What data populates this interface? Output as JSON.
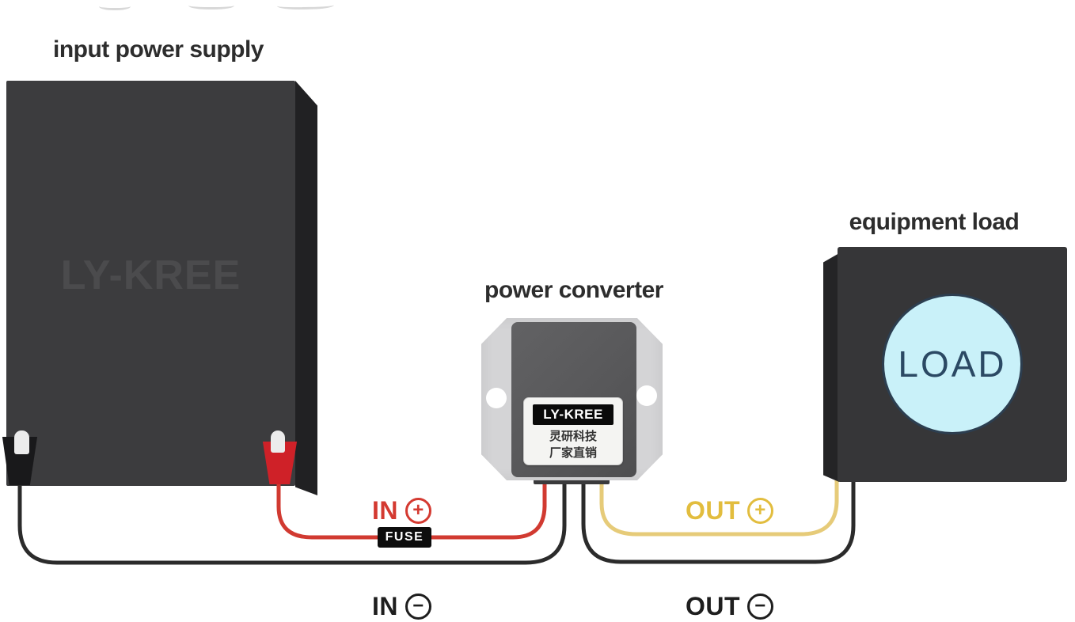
{
  "titles": {
    "power_supply": "input power supply",
    "converter": "power converter",
    "load": "equipment load"
  },
  "power_supply": {
    "brand": "LY-KREE"
  },
  "converter": {
    "brand": "LY-KREE",
    "line1": "灵研科技",
    "line2": "厂家直销"
  },
  "load": {
    "label": "LOAD"
  },
  "wiring": {
    "fuse": "FUSE",
    "in_positive": {
      "label": "IN",
      "sign": "+",
      "color": "#d43a31"
    },
    "in_negative": {
      "label": "IN",
      "sign": "−",
      "color": "#1e1e1e"
    },
    "out_positive": {
      "label": "OUT",
      "sign": "+",
      "color": "#e2bd3e"
    },
    "out_negative": {
      "label": "OUT",
      "sign": "−",
      "color": "#1e1e1e"
    }
  },
  "colors": {
    "battery_body": "#3c3c3e",
    "battery_side": "#212123",
    "battery_brand_text": "#4b4b4d",
    "converter_plate": "#d4d4d6",
    "label_plate": "#f4f4f2",
    "brand_bar": "#0a0a0a",
    "load_body": "#363638",
    "load_side": "#242426",
    "load_circle_fill": "#c9f1f9",
    "load_circle_stroke": "#2c3e50",
    "load_text": "#2b4964",
    "wire_red": "#d13a31",
    "wire_black": "#2b2b2b",
    "wire_yellow": "#e6cb79",
    "fuse_bg": "#0d0d0d",
    "fuse_text": "#ffffff",
    "terminal_positive_clamp": "#cf2128",
    "terminal_negative_clamp": "#19191b"
  }
}
